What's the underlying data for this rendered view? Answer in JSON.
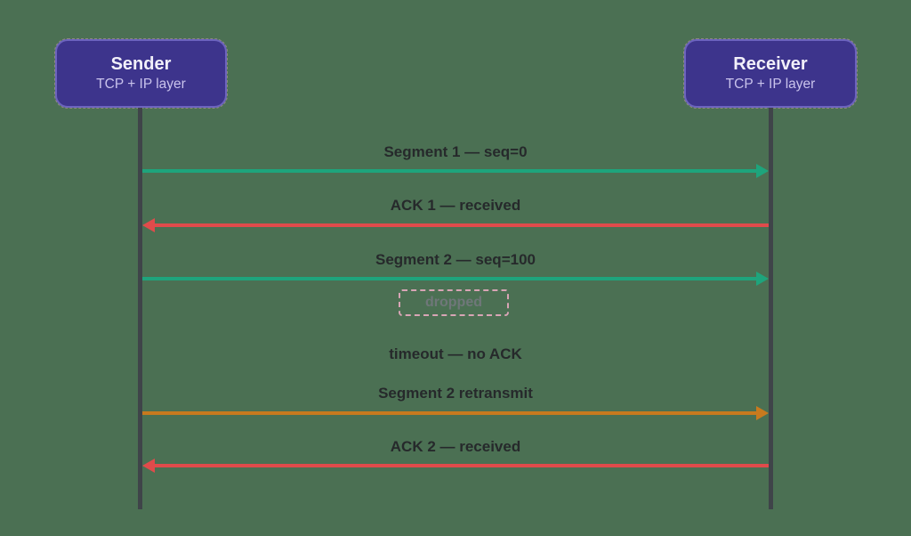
{
  "diagram": {
    "background": "#4B7053",
    "lifeline_color": "#3F4449",
    "label_color": "#26292B"
  },
  "actor_style": {
    "fill": "#3D348C",
    "border": "#6C63BE",
    "title_color": "#F2F0FA",
    "subtitle_color": "#C9C3EC"
  },
  "actors": [
    {
      "title": "Sender",
      "subtitle": "TCP + IP layer"
    },
    {
      "title": "Receiver",
      "subtitle": "TCP + IP layer"
    }
  ],
  "messages": [
    {
      "label": "Segment 1 — seq=0",
      "kind": "arrow",
      "direction": "right",
      "color": "#1EA47C"
    },
    {
      "label": "ACK 1 — received",
      "kind": "arrow",
      "direction": "left",
      "color": "#E04B4B"
    },
    {
      "label": "Segment 2 — seq=100",
      "kind": "arrow",
      "direction": "right",
      "color": "#1EA47C"
    },
    {
      "label": "dropped",
      "kind": "note",
      "border_color": "#D8A5B5",
      "text_color": "#6F7779"
    },
    {
      "label": "timeout — no ACK",
      "kind": "text"
    },
    {
      "label": "Segment 2 retransmit",
      "kind": "arrow",
      "direction": "right",
      "color": "#C87A1E"
    },
    {
      "label": "ACK 2 — received",
      "kind": "arrow",
      "direction": "left",
      "color": "#E04B4B"
    }
  ]
}
